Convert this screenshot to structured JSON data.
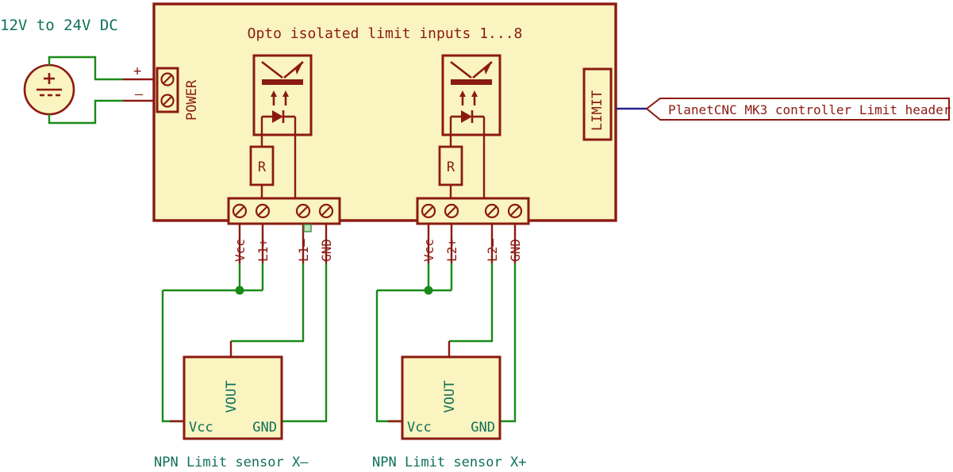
{
  "diagram": {
    "title_supply": "12V to 24V DC",
    "board": {
      "title": "Opto isolated limit inputs 1...8",
      "power_connector_label": "POWER",
      "limit_connector_label": "LIMIT",
      "resistor_label": "R",
      "power_pin_plus": "+",
      "power_pin_minus": "–"
    },
    "header_flag": {
      "text": "PlanetCNC MK3 controller Limit header"
    },
    "terminal_blocks": [
      {
        "id": "block1",
        "pins": [
          "Vcc",
          "L1+",
          "L1–",
          "GND"
        ]
      },
      {
        "id": "block2",
        "pins": [
          "Vcc",
          "L2+",
          "L2–",
          "GND"
        ]
      }
    ],
    "sensors": [
      {
        "id": "sensor-x-minus",
        "caption": "NPN Limit sensor X–",
        "pin_vout": "VOUT",
        "pin_vcc": "Vcc",
        "pin_gnd": "GND"
      },
      {
        "id": "sensor-x-plus",
        "caption": "NPN Limit sensor X+",
        "pin_vout": "VOUT",
        "pin_vcc": "Vcc",
        "pin_gnd": "GND"
      }
    ],
    "colors": {
      "board_fill": "#f9f4c0",
      "outline_red": "#8b1a12",
      "wire_green": "#188a18",
      "wire_blue": "#262288",
      "text_teal": "#10705a"
    }
  }
}
